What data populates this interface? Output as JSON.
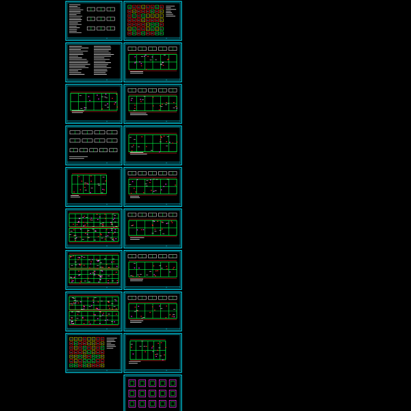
{
  "drawing_set": {
    "background_color": "#000000",
    "frame_color": "#00e5ff",
    "colors": {
      "wall_line": "#00ff44",
      "dimension": "#ff2020",
      "text": "#ffffff",
      "accent": "#ff33ff",
      "hatch": "#c8c800"
    },
    "sheets": [
      {
        "id": "L1",
        "column": "left",
        "kind": "notes-with-details"
      },
      {
        "id": "R1",
        "column": "right",
        "kind": "schedule-table"
      },
      {
        "id": "L2",
        "column": "left",
        "kind": "text-notes"
      },
      {
        "id": "R2",
        "column": "right",
        "kind": "plan-with-details"
      },
      {
        "id": "L3",
        "column": "left",
        "kind": "floor-plan"
      },
      {
        "id": "R3",
        "column": "right",
        "kind": "plan-with-details"
      },
      {
        "id": "L4",
        "column": "left",
        "kind": "section-details"
      },
      {
        "id": "R4",
        "column": "right",
        "kind": "floor-plan"
      },
      {
        "id": "L5",
        "column": "left",
        "kind": "elevation-plan"
      },
      {
        "id": "R5",
        "column": "right",
        "kind": "plan-with-details"
      },
      {
        "id": "L6",
        "column": "left",
        "kind": "dense-plan"
      },
      {
        "id": "R6",
        "column": "right",
        "kind": "plan-with-details"
      },
      {
        "id": "L7",
        "column": "left",
        "kind": "dense-plan"
      },
      {
        "id": "R7",
        "column": "right",
        "kind": "plan-with-details"
      },
      {
        "id": "L8",
        "column": "left",
        "kind": "dense-plan"
      },
      {
        "id": "R8",
        "column": "right",
        "kind": "plan-with-details"
      },
      {
        "id": "L9",
        "column": "left",
        "kind": "schedule-table"
      },
      {
        "id": "R9",
        "column": "right",
        "kind": "elevation-plan"
      },
      {
        "id": "R10",
        "column": "right",
        "kind": "detail-grid"
      }
    ]
  }
}
